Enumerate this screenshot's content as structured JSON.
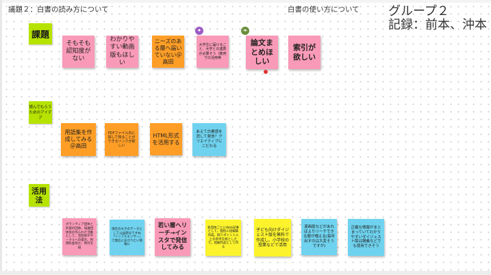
{
  "header": {
    "agenda": "議題２：白書の読み方について",
    "usage": "白書の使い方について",
    "group_line1": "グループ２",
    "group_line2": "記録：前本、沖本"
  },
  "rows": {
    "issues": "課題",
    "ideas": "読んでもらうためのアイデア",
    "usage": "活用法"
  },
  "notes_issues": [
    "そもそも認知度がない",
    "わかりやすい動画版もほしい",
    "ニーズのある層へ届いていない＠高田",
    "大学生に届けること、大学との連携が必要そう（教育での活用等",
    "論文まとめほしい",
    "索引が欲しい"
  ],
  "notes_ideas": [
    "用語集を作成してみる＠高田",
    "PDFファイル内に探して知ることができるリンクが欲しい",
    "HTML形式を活用する",
    "あえて白書感を消して発信？クリエイティブにこだわる"
  ],
  "notes_usage": [
    "ボランティア団体と外部の団体、協議団体等の作られた活動として、活団体やサークルへの提示。利用料金等か、時代を描",
    "現在の大きのデータとして公益部分ですね「インフルエンサー」で発信にあがりたい情報に",
    "若い層へリーチ→インスタで発信してみる",
    "各団体ごとにWeb記事として、個別に短編集作成。取りポイント入との参考を統としたで。短編作品として作る",
    "子ども向けダイジェスト版を無料で作成し、小学校の授業などで活用",
    "漫画版などがあればよりリーチできる層が増える(毎年出すのは大変そうですが)",
    "正確な情報がまとまっていてわかりやすいダイジェスト版は講義などでも使用できそう"
  ],
  "colors": {
    "label": "#b6e300",
    "pink": "#f99ab8",
    "orange": "#ff9e26",
    "cyan": "#6fd3ef",
    "yellow": "#fcf32d",
    "pin_purple": "#9b5bc4",
    "pin_green": "#6a8f3a",
    "dot_red": "#e53030"
  },
  "icons": {
    "pin1": "rocket-icon",
    "pin2": "leaf-icon"
  }
}
